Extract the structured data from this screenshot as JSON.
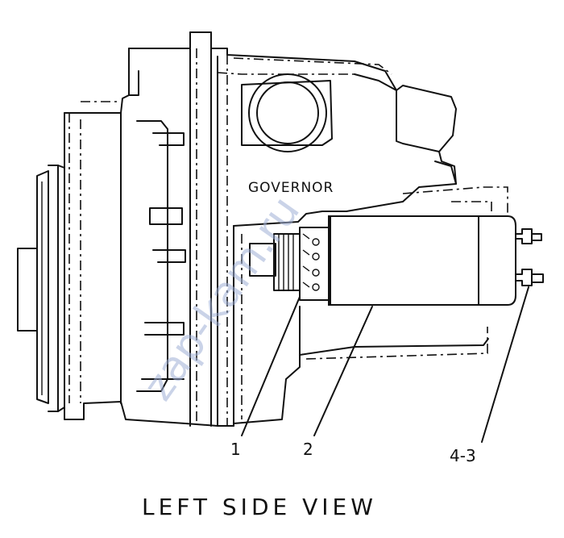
{
  "labels": {
    "governor": "GOVERNOR",
    "callout_1": "1",
    "callout_2": "2",
    "callout_3": "4-3",
    "caption": "LEFT SIDE VIEW"
  },
  "watermark": "zap-kam.ru",
  "colors": {
    "ink": "#111111",
    "watermark": "#9fb0d6",
    "background": "#ffffff"
  }
}
